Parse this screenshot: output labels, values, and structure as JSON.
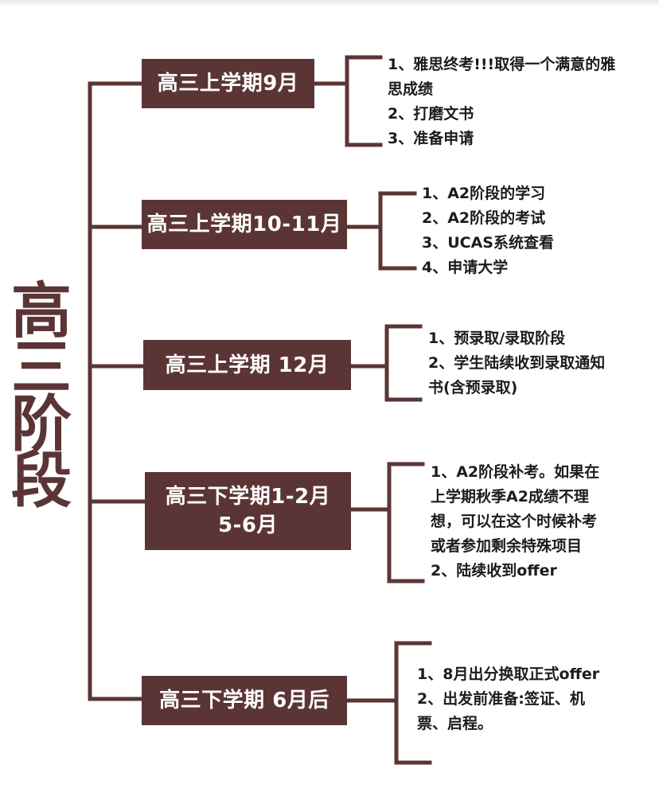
{
  "side_title": [
    "高",
    "三",
    "阶",
    "段"
  ],
  "stages": [
    {
      "label": "高三上学期9月",
      "notes": [
        "1、雅思终考!!!取得一个满意的雅",
        "思成绩",
        "2、打磨文书",
        "3、准备申请"
      ]
    },
    {
      "label": "高三上学期10-11月",
      "notes": [
        "1、A2阶段的学习",
        "2、A2阶段的考试",
        "3、UCAS系统查看",
        "4、申请大学"
      ]
    },
    {
      "label": "高三上学期 12月",
      "notes": [
        "1、预录取/录取阶段",
        "2、学生陆续收到录取通知",
        "书(含预录取)"
      ]
    },
    {
      "label": "高三下学期1-2月",
      "label_line2": "5-6月",
      "notes": [
        "1、A2阶段补考。如果在",
        "上学期秋季A2成绩不理",
        "想，可以在这个时候补考",
        "或者参加剩余特殊项目",
        "2、陆续收到offer"
      ]
    },
    {
      "label": "高三下学期 6月后",
      "notes": [
        "1、8月出分换取正式offer",
        "2、出发前准备:签证、机",
        "票、启程。"
      ]
    }
  ],
  "colors": {
    "accent": "#5b3536",
    "text": "#1c1c1c",
    "background": "#ffffff"
  }
}
